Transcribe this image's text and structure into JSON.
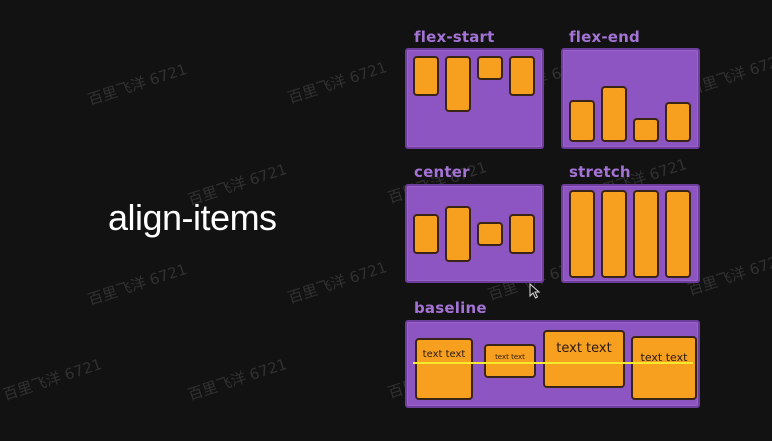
{
  "title": "align-items",
  "panels": {
    "flex_start": "flex-start",
    "flex_end": "flex-end",
    "center": "center",
    "stretch": "stretch",
    "baseline": "baseline"
  },
  "baseline_items": {
    "item1": "text text",
    "item2": "text text",
    "item3": "text text",
    "item4": "text text"
  },
  "watermark": "百里飞洋 6721",
  "colors": {
    "background": "#131212",
    "container": "#8d55c1",
    "label": "#a473d6",
    "item": "#f7a020",
    "baseline": "#f2ea2a"
  }
}
